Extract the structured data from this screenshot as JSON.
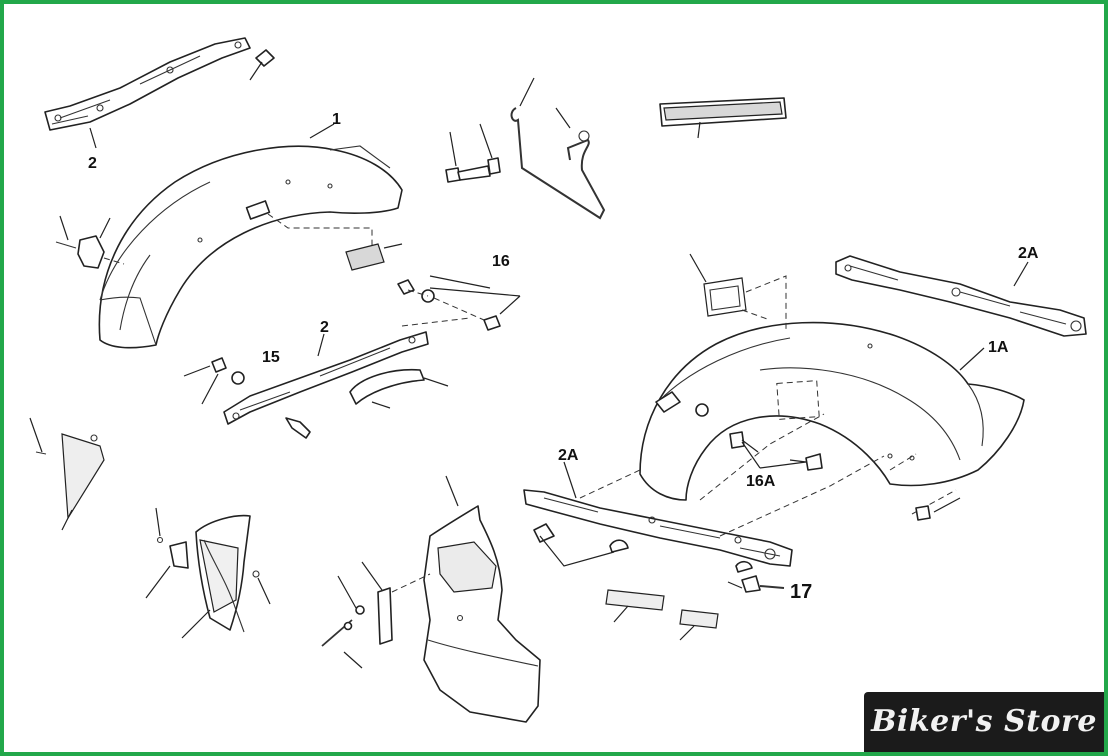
{
  "diagram": {
    "border_color": "#22a84a",
    "callouts": {
      "c1": "1",
      "c1a": "1A",
      "c2_top": "2",
      "c2_mid": "2",
      "c2a_right": "2A",
      "c2a_lower": "2A",
      "c15": "15",
      "c16": "16",
      "c16a": "16A",
      "c17": "17"
    }
  },
  "brand": {
    "text": "Biker's Store",
    "background": "#1b1b1b",
    "color": "#f2f2f2"
  }
}
